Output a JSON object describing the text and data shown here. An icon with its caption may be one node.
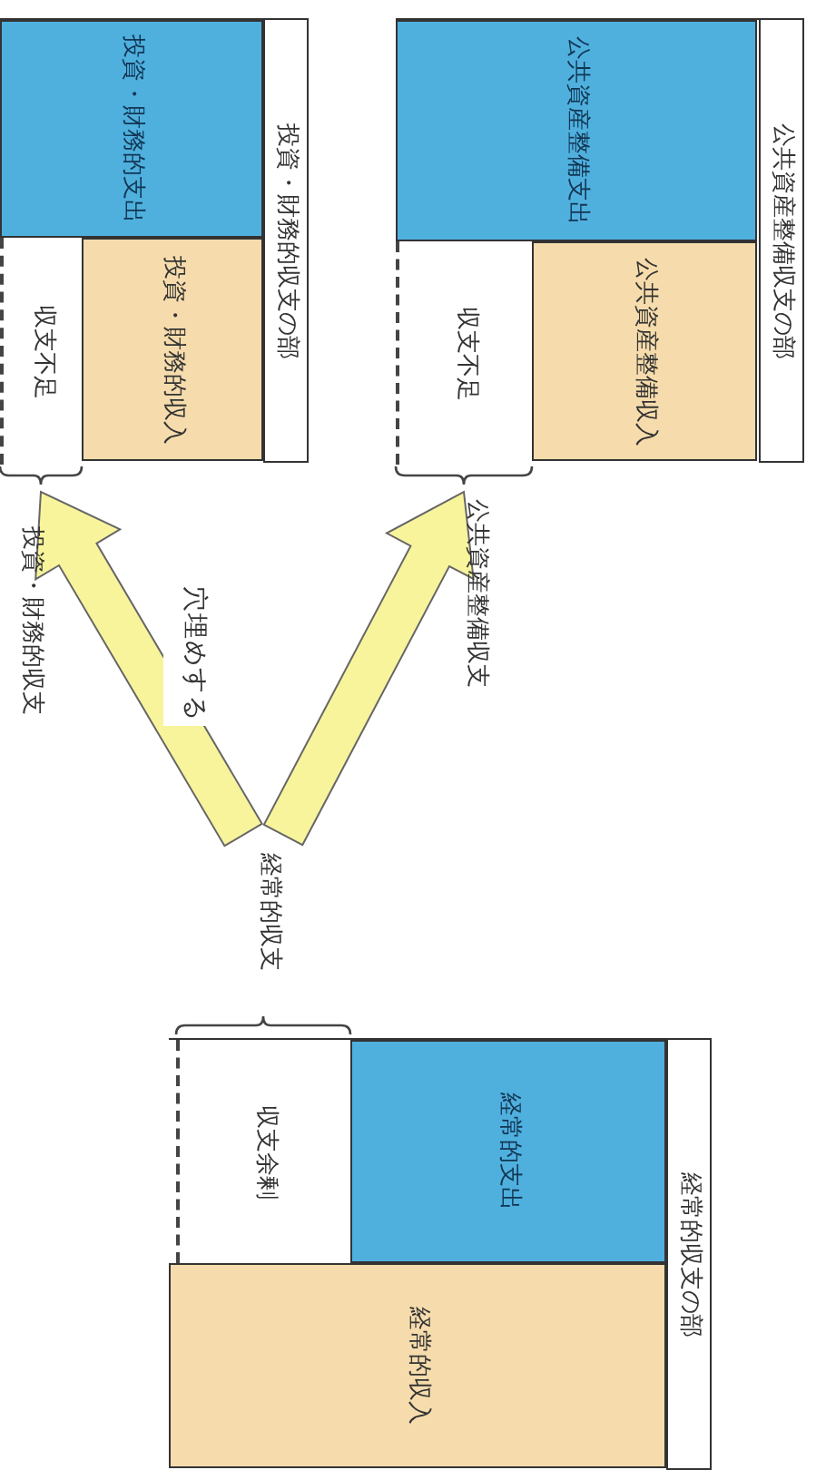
{
  "diagram": {
    "nodes": [
      {
        "text": [
          "投資・財務的収支の部"
        ]
      },
      {
        "text": [
          "投資・財務的支出"
        ],
        "in": 0
      },
      {
        "text": [
          "投資・財務的収入"
        ],
        "in": 0
      },
      {
        "text": [
          "収支不足"
        ],
        "beside": [
          "投資・財務的収支"
        ],
        "in": 0
      },
      {
        "text": [
          "公共資産整備収支の部"
        ]
      },
      {
        "text": [
          "公共資産整備支出"
        ],
        "in": 4
      },
      {
        "text": [
          "公共資産整備収入"
        ],
        "in": 4
      },
      {
        "text": [
          "収支不足"
        ],
        "beside": [
          "公共資産整備収支"
        ],
        "in": 4
      },
      {
        "text": [
          "経常的収支の部"
        ]
      },
      {
        "text": [
          "経常的支出"
        ],
        "in": 8
      },
      {
        "text": [
          "経常的収入"
        ],
        "in": 8
      },
      {
        "text": [
          "収支余剰"
        ],
        "beside": [
          "経常的収支"
        ],
        "in": 8
      }
    ],
    "edges": [
      {
        "from": 11,
        "to": 3,
        "arrow": "to"
      },
      {
        "from": 11,
        "to": 7,
        "arrow": "to"
      }
    ],
    "labels": [
      "穴埋めする"
    ]
  }
}
